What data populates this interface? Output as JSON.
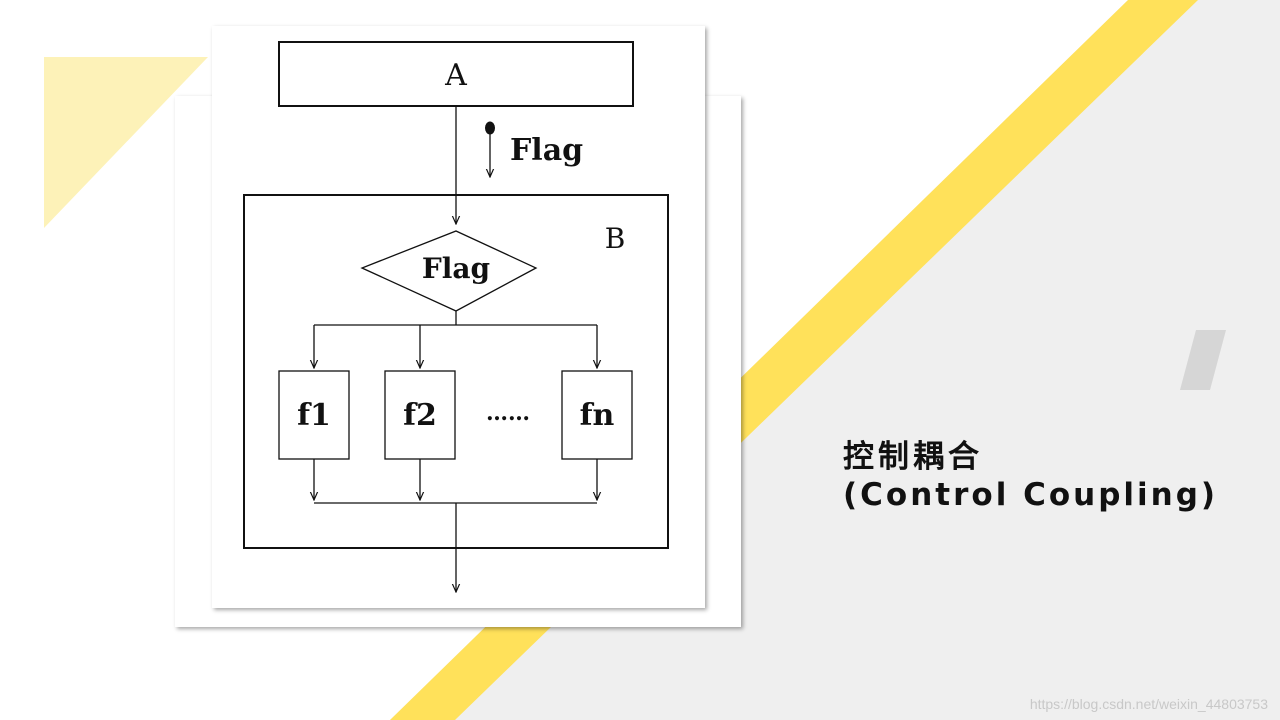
{
  "colors": {
    "accent_yellow": "#ffe15a",
    "accent_yellow_light": "#fdf2b8",
    "panel_gray": "#efefef",
    "quote_gray": "#d6d6d6",
    "line": "#111111"
  },
  "diagram": {
    "module_a": "A",
    "flag_label": "Flag",
    "module_b": "B",
    "decision": "Flag",
    "functions": [
      "f1",
      "f2",
      "fn"
    ],
    "ellipsis": "……"
  },
  "title": {
    "cn": "控制耦合",
    "en": "(Control Coupling)"
  },
  "decor": {
    "quote_icon": "closing-quote-icon"
  },
  "watermark": "https://blog.csdn.net/weixin_44803753"
}
